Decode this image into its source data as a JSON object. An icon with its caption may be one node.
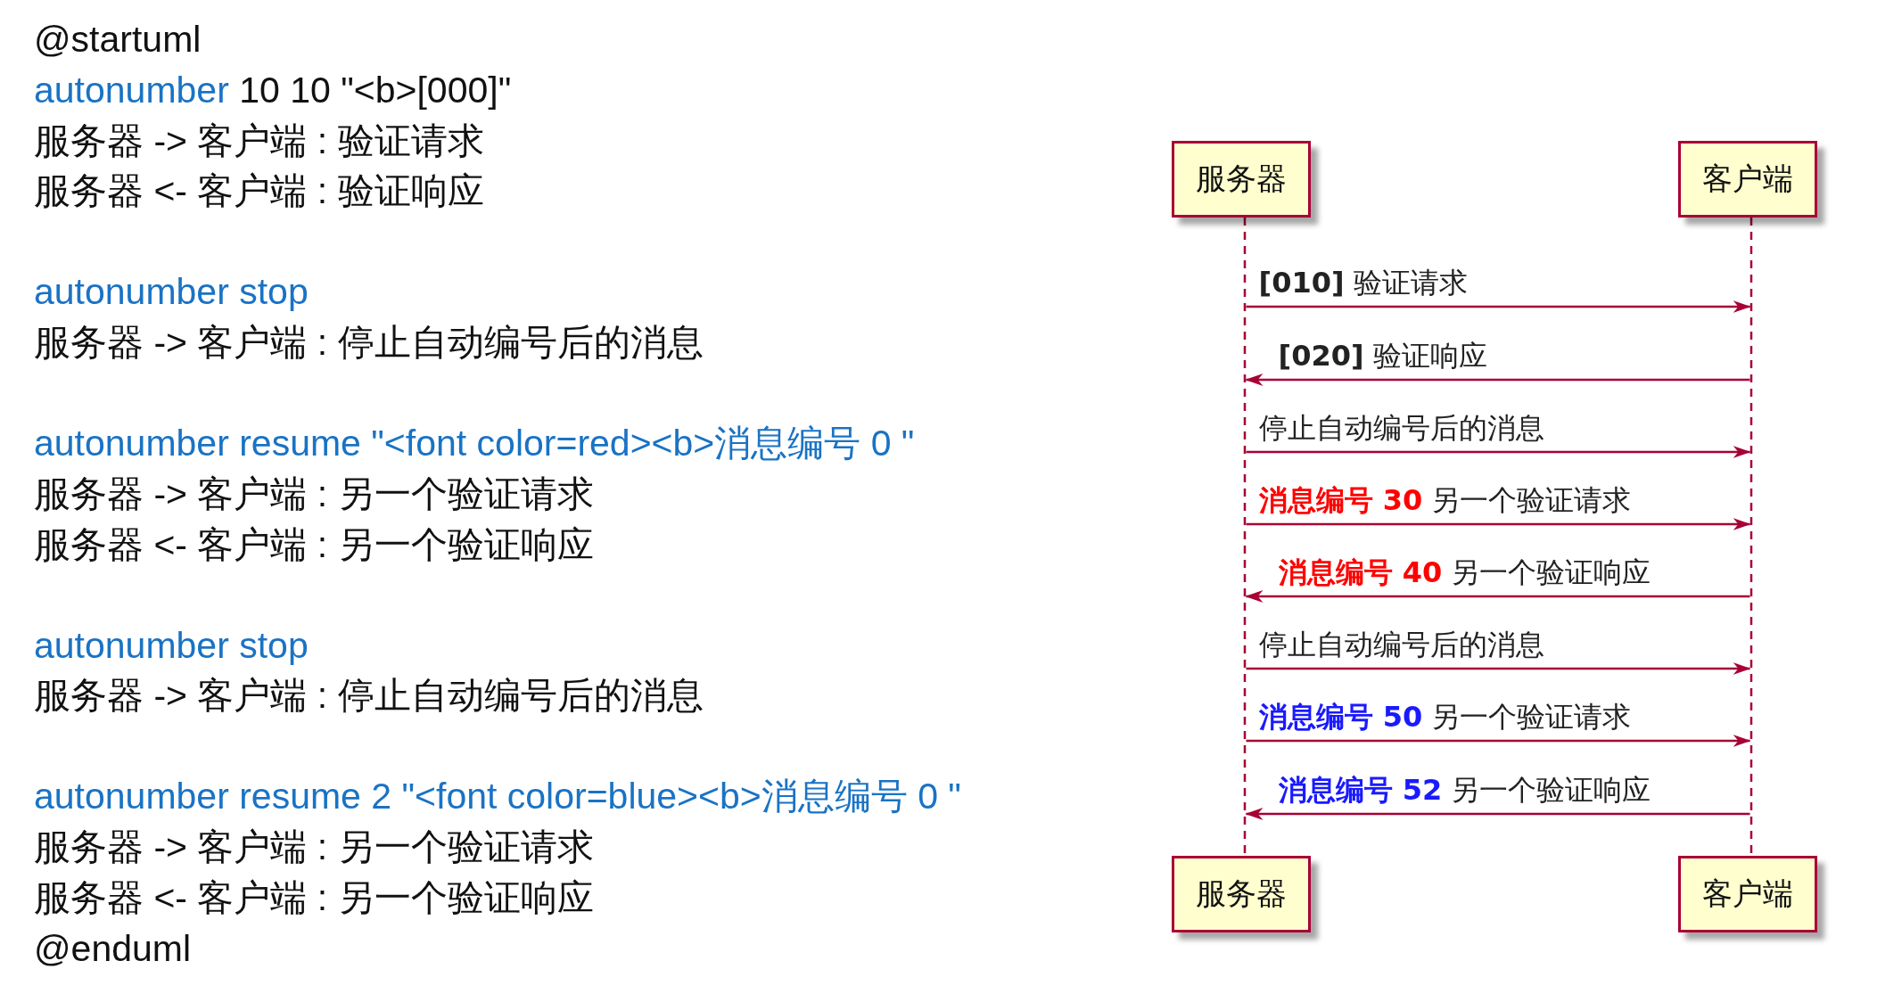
{
  "diagram": {
    "nodes": [
      {
        "text": [
          "服务器"
        ]
      },
      {
        "text": [
          "客户端"
        ]
      },
      {
        "text": [],
        "shape": "line"
      },
      {
        "text": [],
        "shape": "line"
      },
      {
        "text": [
          "服务器"
        ]
      },
      {
        "text": [
          "客户端"
        ]
      }
    ],
    "edges": [
      {
        "from": 2,
        "to": 3,
        "arrow": "to",
        "label": "**[010]** 验证请求"
      },
      {
        "from": 3,
        "to": 2,
        "arrow": "to",
        "label": "**[020]** 验证响应"
      },
      {
        "from": 2,
        "to": 3,
        "arrow": "to",
        "label": "停止自动编号后的消息"
      },
      {
        "from": 2,
        "to": 3,
        "arrow": "to",
        "label": "**消息编号 30** 另一个验证请求"
      },
      {
        "from": 3,
        "to": 2,
        "arrow": "to",
        "label": "**消息编号 40** 另一个验证响应"
      },
      {
        "from": 2,
        "to": 3,
        "arrow": "to",
        "label": "停止自动编号后的消息"
      },
      {
        "from": 2,
        "to": 3,
        "arrow": "to",
        "label": "**消息编号 50** 另一个验证请求"
      },
      {
        "from": 3,
        "to": 2,
        "arrow": "to",
        "label": "**消息编号 52** 另一个验证响应"
      }
    ],
    "labels": [
      "@startuml",
      "autonumber 10 10 \"<b>[000]\"",
      "服务器 -> 客户端 : 验证请求",
      "服务器 <- 客户端 : 验证响应",
      "autonumber stop",
      "服务器 -> 客户端 : 停止自动编号后的消息",
      "autonumber resume \"<font color=red><b>消息编号 0 \"",
      "服务器 -> 客户端 : 另一个验证请求",
      "服务器 <- 客户端 : 另一个验证响应",
      "autonumber stop",
      "服务器 -> 客户端 : 停止自动编号后的消息",
      "autonumber resume 2 \"<font color=blue><b>消息编号 0 \"",
      "服务器 -> 客户端 : 另一个验证请求",
      "服务器 <- 客户端 : 另一个验证响应",
      "@enduml"
    ]
  }
}
